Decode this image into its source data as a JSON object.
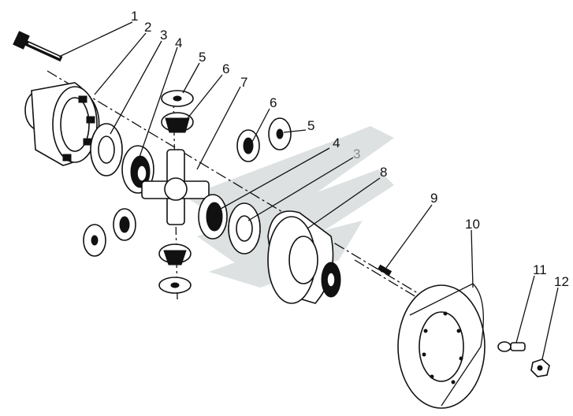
{
  "callouts": [
    {
      "label": "1"
    },
    {
      "label": "2"
    },
    {
      "label": "3"
    },
    {
      "label": "4"
    },
    {
      "label": "5"
    },
    {
      "label": "6"
    },
    {
      "label": "7"
    },
    {
      "label": "6"
    },
    {
      "label": "5"
    },
    {
      "label": "4"
    },
    {
      "label": "3"
    },
    {
      "label": "8"
    },
    {
      "label": "9"
    },
    {
      "label": "10"
    },
    {
      "label": "11"
    },
    {
      "label": "12"
    }
  ]
}
